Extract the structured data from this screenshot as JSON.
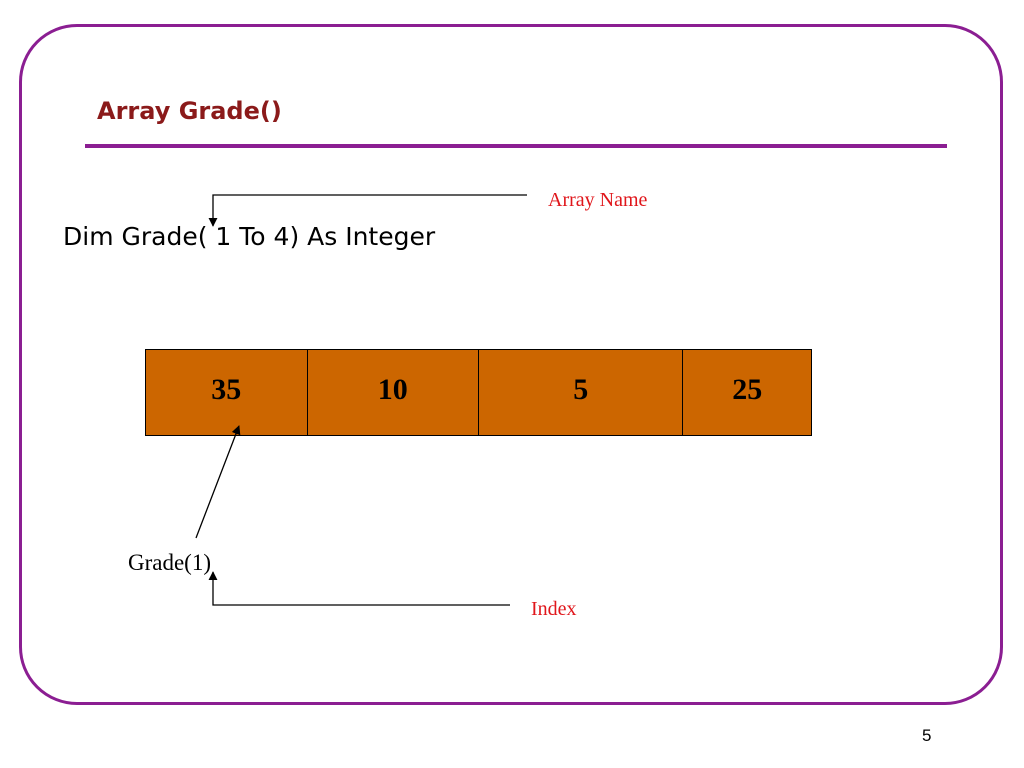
{
  "slide": {
    "title": "Array Grade()",
    "code": "Dim Grade( 1 To 4) As Integer",
    "array_name_label": "Array Name",
    "array_values": [
      "35",
      "10",
      "5",
      "25"
    ],
    "element_label": "Grade(1)",
    "index_label": "Index",
    "page_number": "5"
  },
  "colors": {
    "frame": "#8b1e92",
    "title": "#8b1a1a",
    "cell_fill": "#cc6600",
    "annotation": "#e0161b"
  }
}
